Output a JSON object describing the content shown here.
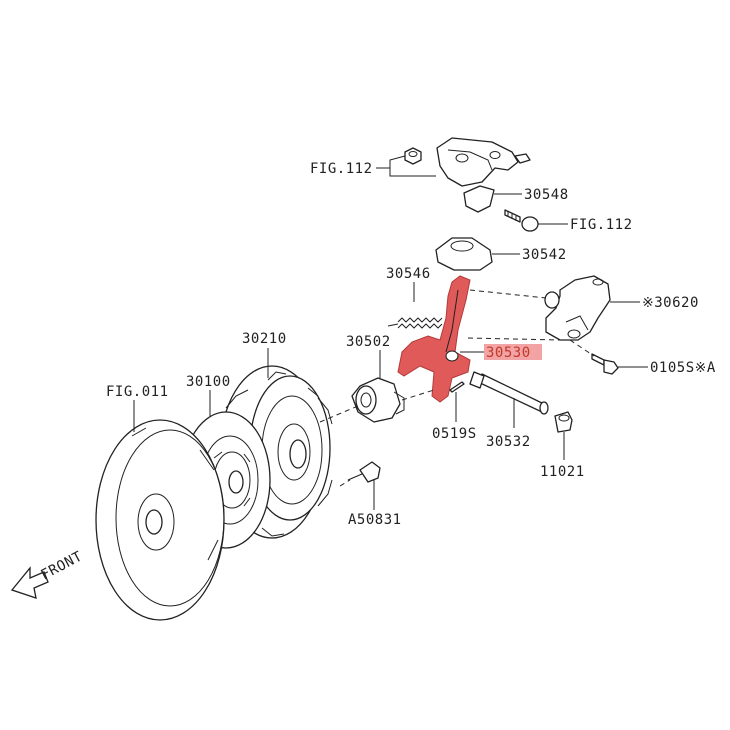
{
  "colors": {
    "line": "#222222",
    "highlight": "#e05a5a",
    "highlight_label_bg": "#f2a3a3"
  },
  "labels": {
    "fig112_top": "FIG.112",
    "p30548": "30548",
    "fig112_right": "FIG.112",
    "p30542": "30542",
    "p30546": "30546",
    "p30620": "※30620",
    "p30502": "30502",
    "p30530": "30530",
    "p0105s": "0105S※A",
    "p30210": "30210",
    "p30100": "30100",
    "fig011": "FIG.011",
    "p0519s": "0519S",
    "p30532": "30532",
    "p11021": "11021",
    "pa50831": "A50831",
    "front": "FRONT"
  },
  "highlighted_part": "30530"
}
